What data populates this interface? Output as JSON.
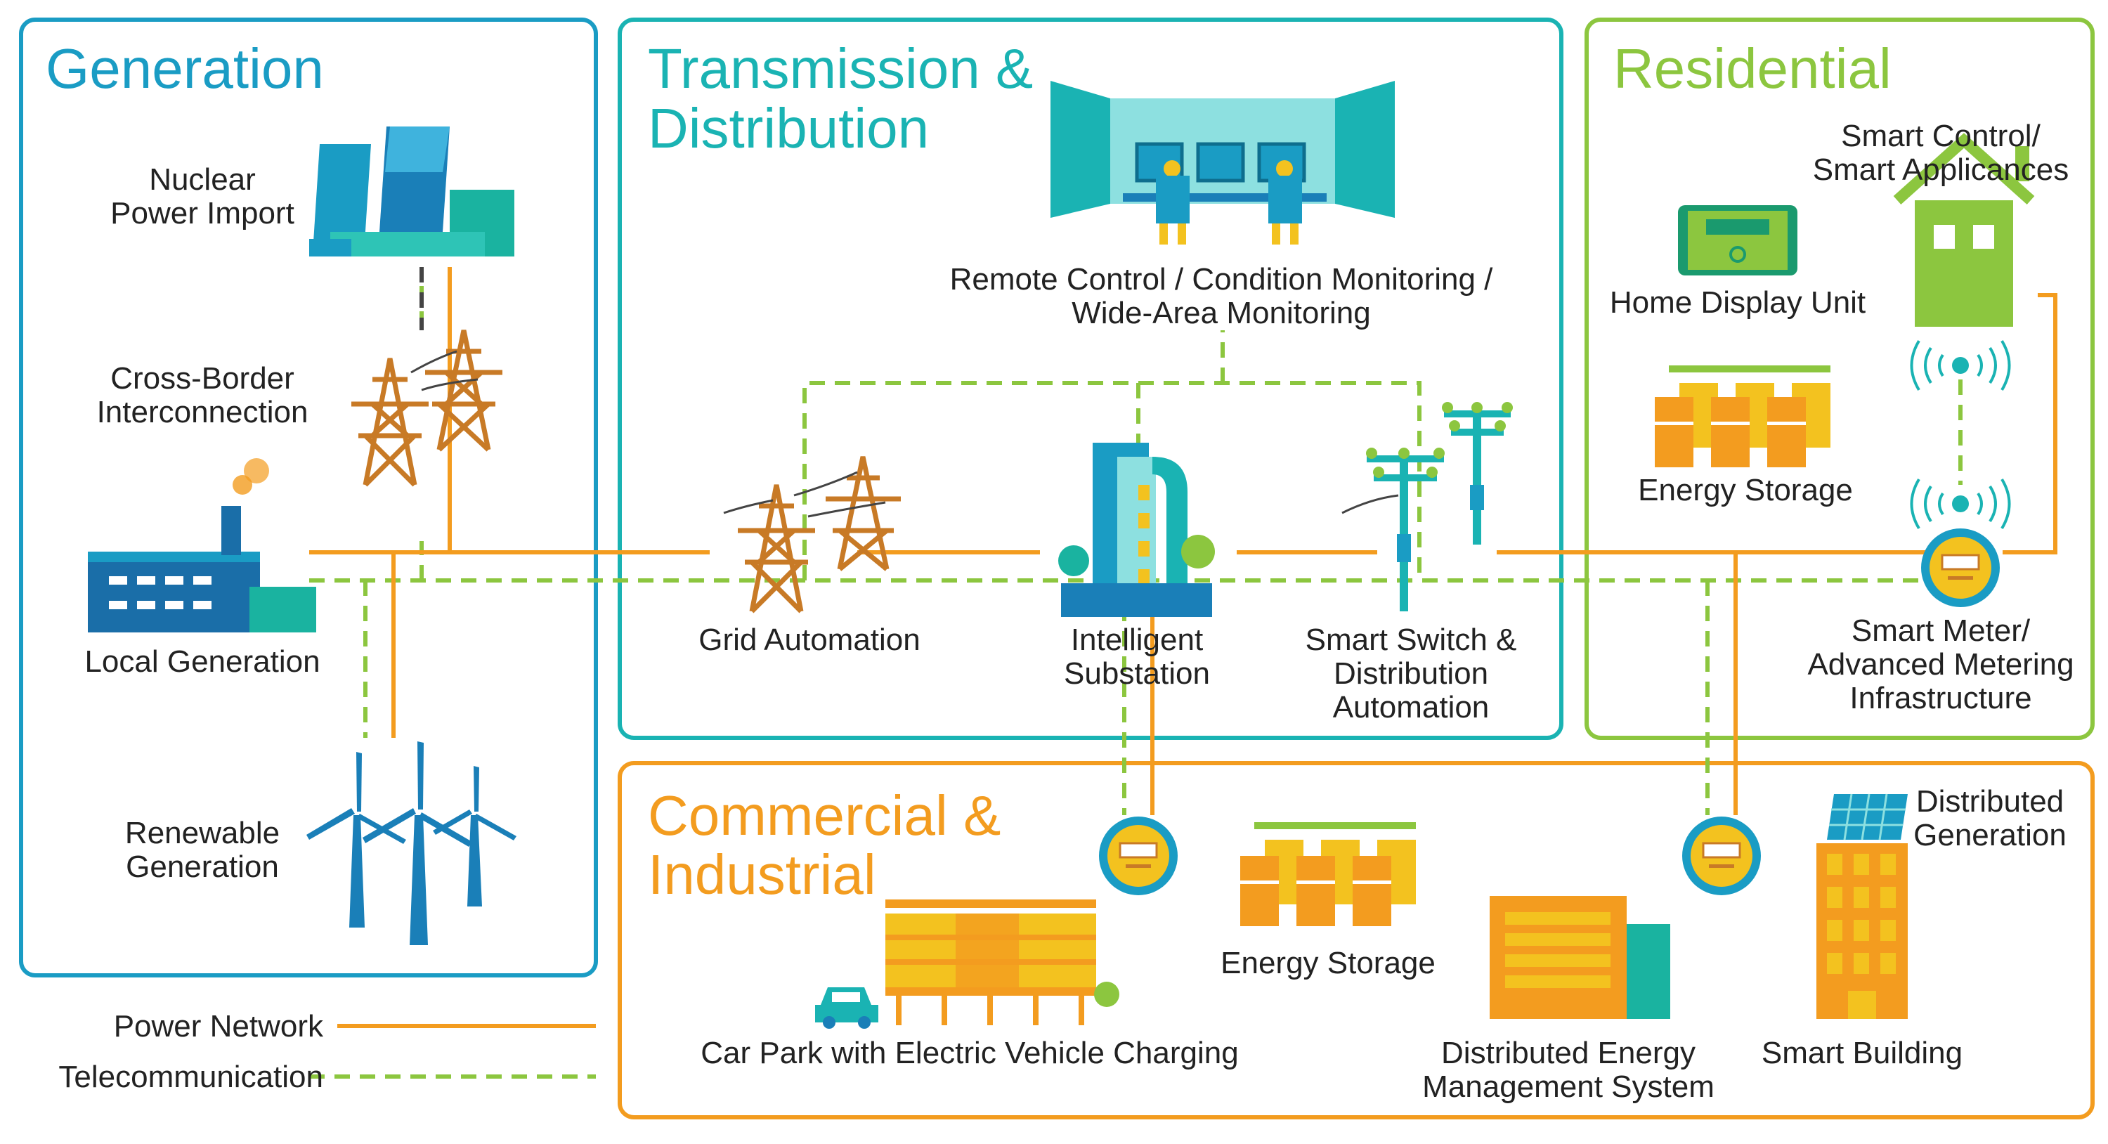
{
  "sections": {
    "generation": "Generation",
    "transmission": [
      "Transmission &",
      "Distribution"
    ],
    "residential": "Residential",
    "commercial": [
      "Commercial &",
      "Industrial"
    ]
  },
  "labels": {
    "nuclear": [
      "Nuclear",
      "Power Import"
    ],
    "cross_border": [
      "Cross-Border",
      "Interconnection"
    ],
    "local_generation": "Local Generation",
    "renewable": [
      "Renewable",
      "Generation"
    ],
    "remote_control": [
      "Remote Control / Condition Monitoring /",
      "Wide-Area Monitoring"
    ],
    "grid_automation": "Grid Automation",
    "intelligent_substation": [
      "Intelligent",
      "Substation"
    ],
    "smart_switch": [
      "Smart Switch &",
      "Distribution",
      "Automation"
    ],
    "smart_control": [
      "Smart Control/",
      "Smart Applicances"
    ],
    "home_display": "Home Display Unit",
    "energy_storage_res": "Energy Storage",
    "smart_meter": [
      "Smart Meter/",
      "Advanced Metering",
      "Infrastructure"
    ],
    "car_park": "Car Park with Electric Vehicle Charging",
    "energy_storage_com": "Energy Storage",
    "dems": [
      "Distributed Energy",
      "Management System"
    ],
    "distributed_generation": [
      "Distributed",
      "Generation"
    ],
    "smart_building": "Smart Building"
  },
  "legend": {
    "power": "Power Network",
    "telecom": "Telecommunication"
  },
  "colors": {
    "generation": "#1a9cc4",
    "transmission": "#1ab3b3",
    "residential": "#8cc63f",
    "commercial": "#f39c1f",
    "power_line": "#f39c1f",
    "telecom_line": "#8cc63f"
  }
}
